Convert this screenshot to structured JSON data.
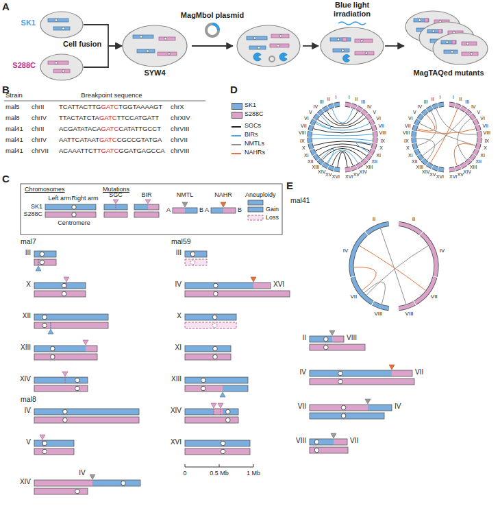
{
  "diagram": {
    "nodes": [
      {
        "text": [
          "SK1"
        ]
      },
      {
        "text": [
          "S288C"
        ]
      },
      {
        "text": [
          "SYW4"
        ]
      },
      {
        "text": [
          "Blue light irradiation"
        ]
      },
      {
        "text": [
          "MagTAQed mutants"
        ]
      }
    ],
    "edges": [
      {
        "from": 0,
        "to": 2,
        "arrow": "to"
      },
      {
        "from": 1,
        "to": 2,
        "arrow": "to"
      },
      {
        "from": 3,
        "to": 4,
        "arrow": "to"
      }
    ],
    "labels": [
      "A",
      "Cell fusion",
      "MagMbol plasmid",
      "B",
      "Strain",
      "Breakpoint sequence",
      "mal5",
      "chrII",
      "TCATTACTTG",
      "GATC",
      "TGGTAAAAGT",
      "chrX",
      "mal8",
      "chrIV",
      "TTACTATCTA",
      "GATC",
      "TTCCATGATT",
      "chrXIV",
      "mal41",
      "chrII",
      "ACGATATACA",
      "GATC",
      "CATATTGCCT",
      "chrVIII",
      "mal41",
      "chrIV",
      "AATTCATAAT",
      "GATC",
      "CGCCGTATGA",
      "chrVII",
      "mal41",
      "chrVII",
      "ACAAATTCTT",
      "GATC",
      "GGATGAGCCA",
      "chrVIII",
      "D",
      "I",
      "II",
      "III",
      "IV",
      "V",
      "VI",
      "VII",
      "VIII",
      "IX",
      "X",
      "XI",
      "XII",
      "XIII",
      "XIV",
      "XV",
      "XVI",
      "I",
      "II",
      "III",
      "IV",
      "V",
      "VI",
      "VII",
      "VIII",
      "IX",
      "X",
      "XI",
      "XII",
      "XIII",
      "XIV",
      "XV",
      "XVI",
      "I",
      "II",
      "III",
      "IV",
      "V",
      "VI",
      "VII",
      "VIII",
      "IX",
      "X",
      "XI",
      "XII",
      "XIII",
      "XIV",
      "XV",
      "XVI",
      "I",
      "II",
      "III",
      "IV",
      "V",
      "VI",
      "VII",
      "VIII",
      "IX",
      "X",
      "XI",
      "XII",
      "XIII",
      "XIV",
      "XV",
      "XVI",
      "C",
      "Chromosomes",
      "Mutations",
      "Left arm",
      "Right arm",
      "SK1",
      "S288C",
      "Centromere",
      "SGC",
      "BIR",
      "NMTL",
      "A",
      "B",
      "NAHR",
      "A",
      "B",
      "Aneuploidy",
      "Gain",
      "Loss",
      "mal7",
      "III",
      "X",
      "XII",
      "XIII",
      "XIV",
      "mal8",
      "IV",
      "V",
      "XIV",
      "IV",
      "mal59",
      "III",
      "IV",
      "XVI",
      "X",
      "XI",
      "XIII",
      "XIV",
      "XVI",
      "0",
      "0.5 Mb",
      "1 Mb",
      "E",
      "mal41",
      "II",
      "IV",
      "VII",
      "VIII",
      "II",
      "IV",
      "VII",
      "VIII",
      "II",
      "VIII",
      "IV",
      "VII",
      "VII",
      "IV",
      "VIII",
      "VII"
    ],
    "legend": [
      {
        "text": "SK1",
        "color": "#7aaede"
      },
      {
        "text": "S288C",
        "color": "#dca3ca"
      },
      {
        "text": "SGCs"
      },
      {
        "text": "BIRs"
      },
      {
        "text": "NMTLs"
      },
      {
        "text": "NAHRs"
      }
    ]
  }
}
